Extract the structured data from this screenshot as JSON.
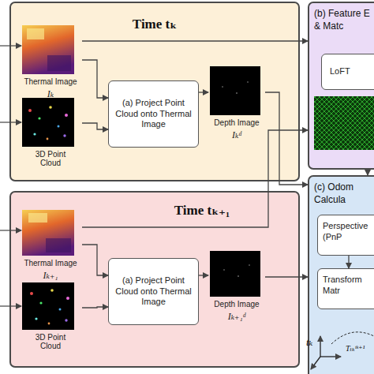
{
  "diagram": {
    "nodes": [
      {
        "text": [
          "Time tₖ"
        ]
      },
      {
        "text": [
          "Thermal Image",
          "Iₖ"
        ],
        "in": 0
      },
      {
        "text": [
          "3D Point Cloud"
        ],
        "in": 0
      },
      {
        "text": [
          "(a) Project Point Cloud onto Thermal Image"
        ],
        "in": 0
      },
      {
        "text": [
          "Depth Image",
          "Iₖᵈ"
        ],
        "in": 0
      },
      {
        "text": [
          "Time tₖ₊₁"
        ]
      },
      {
        "text": [
          "Thermal Image",
          "Iₖ₊₁"
        ],
        "in": 5
      },
      {
        "text": [
          "3D Point Cloud"
        ],
        "in": 5
      },
      {
        "text": [
          "(a) Project Point Cloud onto Thermal Image"
        ],
        "in": 5
      },
      {
        "text": [
          "Depth Image",
          "Iₖ₊₁ᵈ"
        ],
        "in": 5
      },
      {
        "text": [
          "(b) Feature E & Matc"
        ]
      },
      {
        "text": [
          "LoFT"
        ],
        "in": 10
      },
      {
        "text": [
          "(c) Odom Calcula"
        ]
      },
      {
        "text": [
          "Perspective (PnP"
        ],
        "in": 12
      },
      {
        "text": [
          "Transform Matr"
        ],
        "in": 12
      }
    ],
    "edges": [
      {
        "from": 1,
        "to": 3,
        "arrow": "to"
      },
      {
        "from": 2,
        "to": 3,
        "arrow": "to"
      },
      {
        "from": 3,
        "to": 4,
        "arrow": "to"
      },
      {
        "from": 6,
        "to": 8,
        "arrow": "to"
      },
      {
        "from": 7,
        "to": 8,
        "arrow": "to"
      },
      {
        "from": 8,
        "to": 9,
        "arrow": "to"
      },
      {
        "from": 1,
        "to": 10,
        "arrow": "to"
      },
      {
        "from": 6,
        "to": 10,
        "arrow": "to"
      },
      {
        "from": 4,
        "to": 12,
        "arrow": "to"
      },
      {
        "from": 9,
        "to": 12,
        "arrow": "to"
      },
      {
        "from": 10,
        "to": 12,
        "arrow": "to"
      },
      {
        "from": 13,
        "to": 14,
        "arrow": "to"
      }
    ],
    "labels": [
      "tₖ",
      "Tₜₖᵗᵏ⁺¹"
    ]
  }
}
